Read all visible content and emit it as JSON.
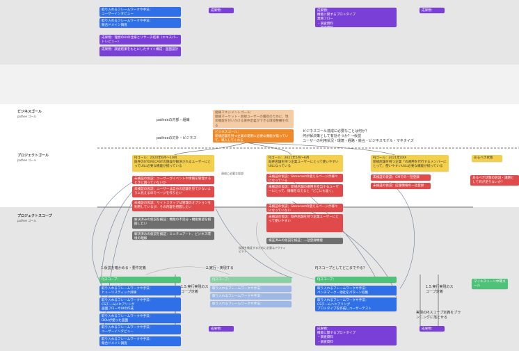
{
  "colors": {
    "blue": "#2f6fe8",
    "light_blue": "#9db7e6",
    "purple": "#7a3fd6",
    "red": "#e04a4a",
    "gray": "#6f6f6f",
    "yellow": "#f3cf4c",
    "green": "#4fc27a",
    "peach": "#f4cca6",
    "orange": "#ef8a2a",
    "band_gray": "#e6e6e6",
    "band_light": "#f2f2f2"
  },
  "sections": {
    "business": {
      "title": "ビジネスゴール",
      "sub": "pathee ゴール"
    },
    "project": {
      "title": "プロジェクトゴール",
      "sub": "pathee ゴール"
    },
    "scope": {
      "title": "プロジェクトスコープ",
      "sub": "pathee ゴール"
    }
  },
  "top": {
    "blue1": "取り入れるフレームワークや手法：\nユーザーインタビュー",
    "blue2": "取り入れるフレームワークや手法：\n競合ドメイン調査",
    "purple1": "成果物：理想のUIの仕様とリサーチ結果（エキスパートレビュー）",
    "purple2": "成果物：調査結果をもとにしたサイト構成・画面設計",
    "mid_tag": "成果物：",
    "right_purple": "成果物：\n機能に関するプロトタイプ\n業務フロー\n・調査資料\n・調査資料",
    "right_tag": "成果物："
  },
  "business": {
    "pathee_inside": "patheeの内部・組織",
    "pathee_outside": "patheeの対外・ビジネス",
    "peach_note": "組織マネジメントゴール：\n組織マーケット・新規ユーザーの獲得のために、現状機能を付いかける要件定義ができる環境整備を作る",
    "orange_note": "ビジネスゴール：\n新規店舗を持つ企業の運用に必要な機能が揃っていて、導入してくれる",
    "question": "ビジネスゴール達成に必要なことは何か？\n何が解決策として有効そうか？→仮説\nユーザーの利用状況・環境・経路・競合・ビジネスモデル・マネタイズ"
  },
  "project": {
    "goal1": "PJゴール：2020年6月〜10月\n既存のSTORECASTの施設が解決されるユーザーにとってUIに必要な機能が揃っている",
    "goal2": "PJゴール：2021年5月〜6月\n既存店舗を持つ企業ユーザーにとって使いやすいUIになっている",
    "goal3": "PJゴール：2021年XXX\n新規店舗を持つ企業「の運用を代行するメンバーにとって」使いやすいUIに必要な機能が揃っている",
    "ideal": "あるべき状態",
    "ideal_red": "あるべき状態の仮説・課題として何が足りないか？",
    "necessary": "達成に必要な仮説"
  },
  "hypotheses": {
    "col1": [
      "未検証の仮説：ユーザーがイベントや情報を管理するときに困っていないか",
      "未検証の仮説：ユーザーは自分の店舗を見て少ないように見えるのでページを作りたい",
      "未検証の仮説：サイトスタッフは管理のオプションを利用しているが、その内容を把握したい"
    ],
    "col1_gray": [
      "解決済みの仮説を検証：機能の不足分・機能要望を把握したい",
      "解決済みの仮説を検証：ミニチュアート、ビジネス環境の理解"
    ],
    "col2": [
      "未検証の仮説：Storecastの使えるページが様々になっている",
      "未検証の仮説：新規店舗の運用を担当するユーザーにとって、情報を与えると「どこにも届く」",
      "未検証の仮説：Storecastの使えるページが様々になっていない",
      "未検証の仮説：既存店舗を持つ企業ユーザーにとって使いやすい"
    ],
    "col2_gray": "検証済みの仮説を検証：一括登録機能",
    "col3": [
      "未検証の仮説：CMでの一括登録",
      "未検証の仮説：店舗情報の一括登録"
    ],
    "gray_label": "仮説を検証するために必要なアクティビティ"
  },
  "scope": {
    "step1": "1.仮説を確かめる・要件定義",
    "step2": "2.実行・実現する",
    "step3_title": "PJスコープとしてどこまでやる？",
    "step15a": "1.5.実行実現のスコープ定義",
    "step15b": "1.5.実行実現のスコープ定義",
    "pj_scope_1": "PJスコープ：",
    "pj_scope_2": "PJスコープ：",
    "pj_scope_3": "PJスコープ：",
    "blue_a": "取り入れるフレームワークや手法：\nヒューリスティック評価",
    "blue_b": "取り入れるフレームワークや手法：\nCSチームにヒアリング\n画面フローやUIの作成",
    "blue_c": "取り入れるフレームワークや手法：\nDOUが使った画面",
    "blue_d": "取り入れるフレームワークや手法：\nユーザーインタビュー",
    "blue_e": "取り入れるフレームワークや手法：\n競合ドメイン調査",
    "lblue_1": "取り入れるフレームワークや手法：",
    "lblue_2": "取り入れるフレームワークや手法：",
    "lblue_3": "取り入れるフレームワークや手法：",
    "right_blue_1": "取り入れるフレームワークや手法：\nペンチマーク・他社をパターン収集",
    "right_blue_2": "取り入れるフレームワークや手法：\nCSチームへヒアリング\nプロトタイプを作成しユーザーテスト",
    "milestone": "マイルストーン中間ゴール",
    "scope_definition": "実現のPJスコープ定義をプランニングに落とせる",
    "purple_a": "成果物：",
    "purple_b": "成果物：",
    "purple_c": "成果物：\n機能に関するプロトタイプ\n・調査資料\n・調査資料"
  }
}
